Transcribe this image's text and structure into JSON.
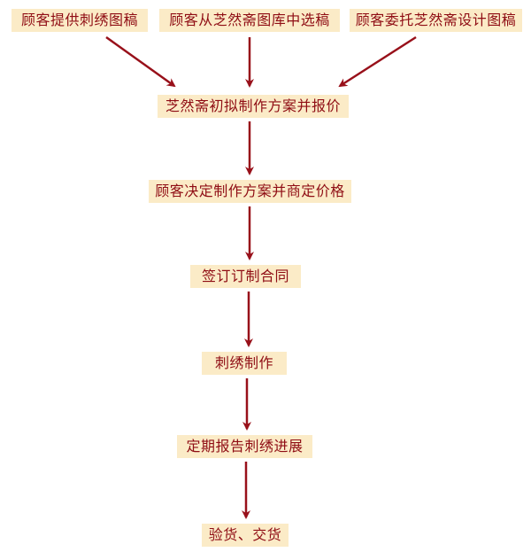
{
  "sources": [
    "顾客提供刺绣图稿",
    "顾客从芝然斋图库中选稿",
    "顾客委托芝然斋设计图稿"
  ],
  "steps": [
    "芝然斋初拟制作方案并报价",
    "顾客决定制作方案并商定价格",
    "签订订制合同",
    "刺绣制作",
    "定期报告刺绣进展",
    "验货、交货"
  ],
  "colors": {
    "box_fill": "#fbebc7",
    "text": "#8f0d14",
    "arrow": "#98101a"
  }
}
